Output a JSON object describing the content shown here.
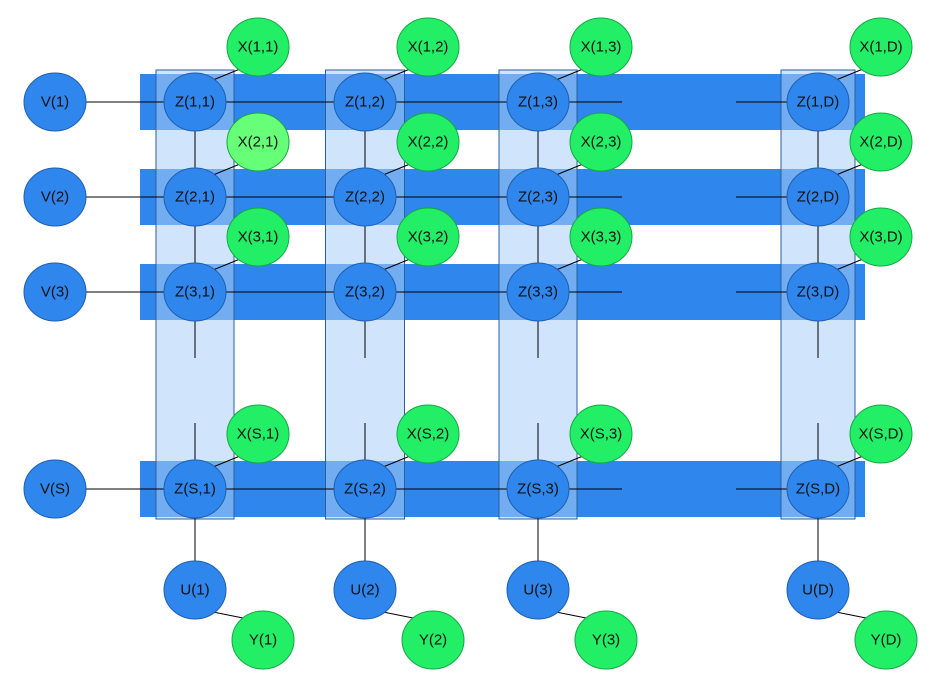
{
  "colors": {
    "row_band": "#2f86ec",
    "column_band": "#a9cdf7",
    "column_outline": "#2a5f9e",
    "latent_node": "#2f86ec",
    "latent_stroke": "#1f5fb0",
    "observed_node": "#22ee66",
    "observed_node_highlight": "#66ff77",
    "observed_stroke": "#14a844",
    "edge": "#000000"
  },
  "rows": [
    {
      "v_label": "V(1)",
      "z_labels": [
        "Z(1,1)",
        "Z(1,2)",
        "Z(1,3)",
        "Z(1,D)"
      ],
      "x_labels": [
        "X(1,1)",
        "X(1,2)",
        "X(1,3)",
        "X(1,D)"
      ]
    },
    {
      "v_label": "V(2)",
      "z_labels": [
        "Z(2,1)",
        "Z(2,2)",
        "Z(2,3)",
        "Z(2,D)"
      ],
      "x_labels": [
        "X(2,1)",
        "X(2,2)",
        "X(2,3)",
        "X(2,D)"
      ]
    },
    {
      "v_label": "V(3)",
      "z_labels": [
        "Z(3,1)",
        "Z(3,2)",
        "Z(3,3)",
        "Z(3,D)"
      ],
      "x_labels": [
        "X(3,1)",
        "X(3,2)",
        "X(3,3)",
        "X(3,D)"
      ]
    },
    {
      "v_label": "V(S)",
      "z_labels": [
        "Z(S,1)",
        "Z(S,2)",
        "Z(S,3)",
        "Z(S,D)"
      ],
      "x_labels": [
        "X(S,1)",
        "X(S,2)",
        "X(S,3)",
        "X(S,D)"
      ]
    }
  ],
  "columns": [
    {
      "u_label": "U(1)",
      "y_label": "Y(1)"
    },
    {
      "u_label": "U(2)",
      "y_label": "Y(2)"
    },
    {
      "u_label": "U(3)",
      "y_label": "Y(3)"
    },
    {
      "u_label": "U(D)",
      "y_label": "Y(D)"
    }
  ],
  "highlighted_node": "X(2,1)"
}
